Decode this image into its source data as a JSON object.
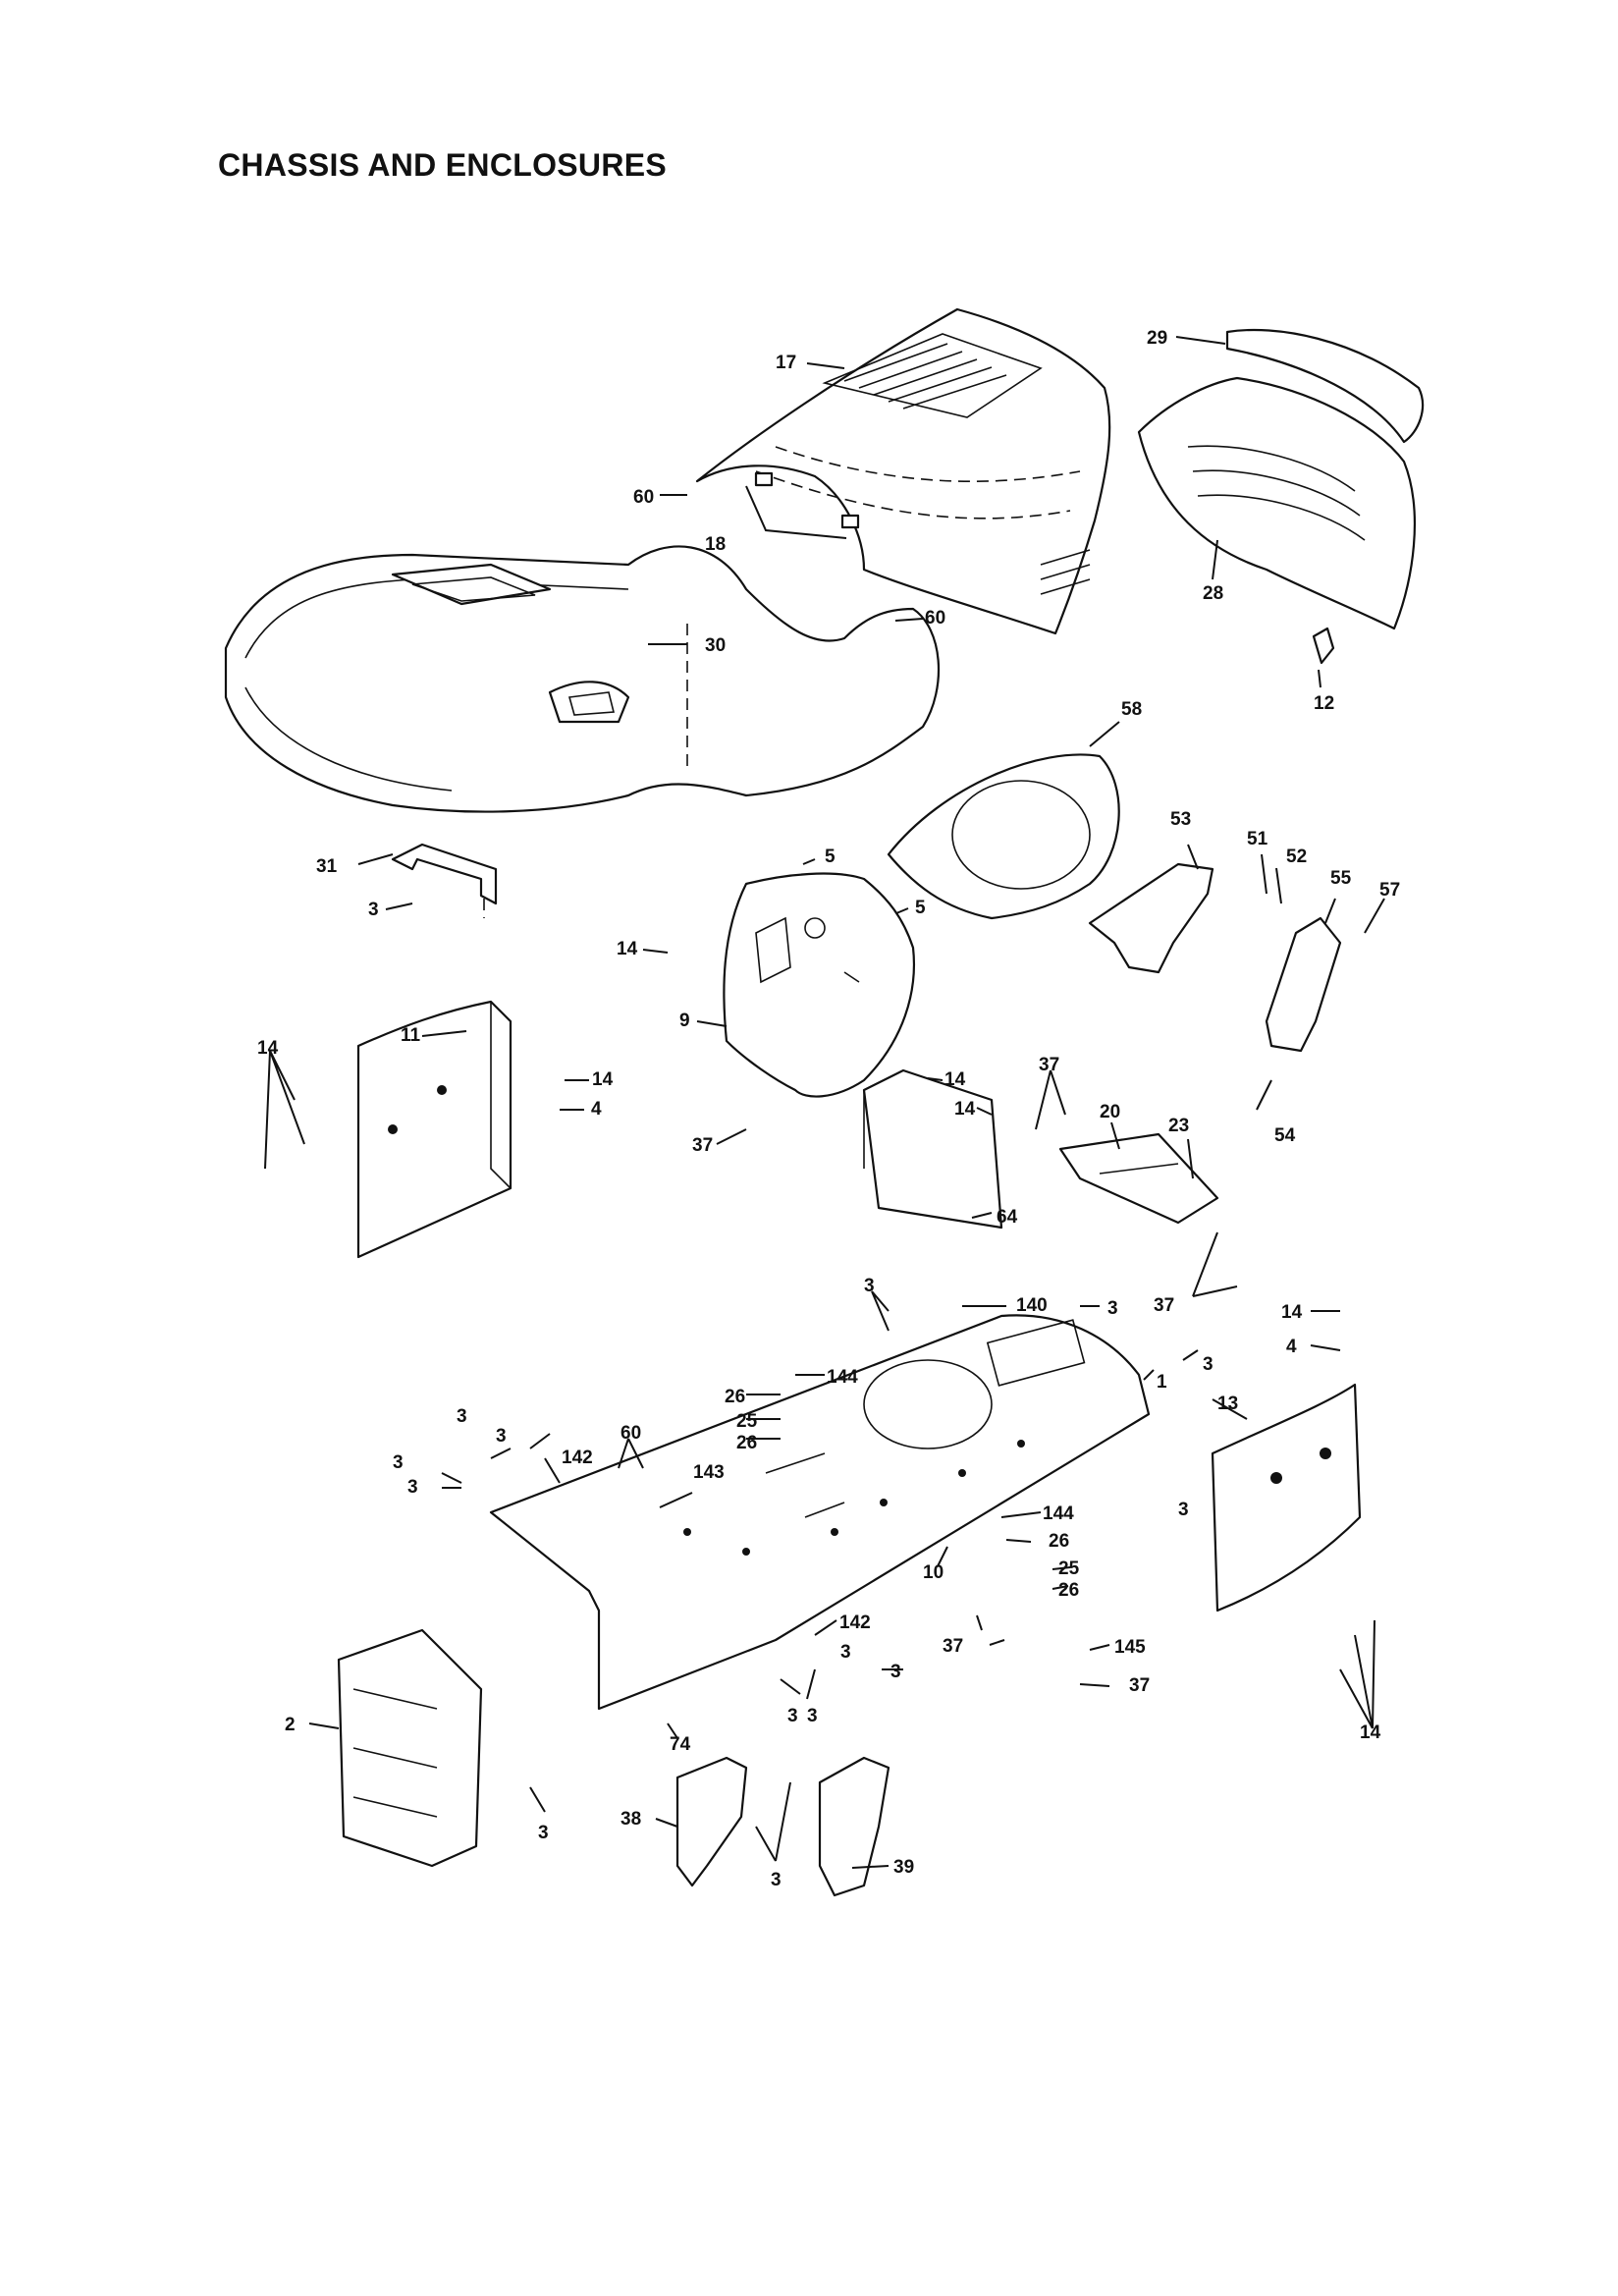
{
  "title": "CHASSIS AND ENCLOSURES",
  "callouts": [
    {
      "id": "c17",
      "text": "17"
    },
    {
      "id": "c29",
      "text": "29"
    },
    {
      "id": "c60a",
      "text": "60"
    },
    {
      "id": "c18",
      "text": "18"
    },
    {
      "id": "c28",
      "text": "28"
    },
    {
      "id": "c60b",
      "text": "60"
    },
    {
      "id": "c30",
      "text": "30"
    },
    {
      "id": "c12",
      "text": "12"
    },
    {
      "id": "c58",
      "text": "58"
    },
    {
      "id": "c53",
      "text": "53"
    },
    {
      "id": "c51",
      "text": "51"
    },
    {
      "id": "c52",
      "text": "52"
    },
    {
      "id": "c55",
      "text": "55"
    },
    {
      "id": "c57",
      "text": "57"
    },
    {
      "id": "c31",
      "text": "31"
    },
    {
      "id": "c5a",
      "text": "5"
    },
    {
      "id": "c5b",
      "text": "5"
    },
    {
      "id": "c3a",
      "text": "3"
    },
    {
      "id": "c14a",
      "text": "14"
    },
    {
      "id": "c9",
      "text": "9"
    },
    {
      "id": "c11",
      "text": "11"
    },
    {
      "id": "c14b",
      "text": "14"
    },
    {
      "id": "c14c",
      "text": "14"
    },
    {
      "id": "c4a",
      "text": "4"
    },
    {
      "id": "c14d",
      "text": "14"
    },
    {
      "id": "c14e",
      "text": "14"
    },
    {
      "id": "c37a",
      "text": "37"
    },
    {
      "id": "c37b",
      "text": "37"
    },
    {
      "id": "c20",
      "text": "20"
    },
    {
      "id": "c23",
      "text": "23"
    },
    {
      "id": "c54",
      "text": "54"
    },
    {
      "id": "c64",
      "text": "64"
    },
    {
      "id": "c37c",
      "text": "37"
    },
    {
      "id": "c3b",
      "text": "3"
    },
    {
      "id": "c140",
      "text": "140"
    },
    {
      "id": "c3c",
      "text": "3"
    },
    {
      "id": "c14f",
      "text": "14"
    },
    {
      "id": "c4b",
      "text": "4"
    },
    {
      "id": "c3d",
      "text": "3"
    },
    {
      "id": "c1",
      "text": "1"
    },
    {
      "id": "c144a",
      "text": "144"
    },
    {
      "id": "c26a",
      "text": "26"
    },
    {
      "id": "c25a",
      "text": "25"
    },
    {
      "id": "c26b",
      "text": "26"
    },
    {
      "id": "c13",
      "text": "13"
    },
    {
      "id": "c3e",
      "text": "3"
    },
    {
      "id": "c3f",
      "text": "3"
    },
    {
      "id": "c60c",
      "text": "60"
    },
    {
      "id": "c3g",
      "text": "3"
    },
    {
      "id": "c142a",
      "text": "142"
    },
    {
      "id": "c143",
      "text": "143"
    },
    {
      "id": "c3h",
      "text": "3"
    },
    {
      "id": "c144b",
      "text": "144"
    },
    {
      "id": "c26c",
      "text": "26"
    },
    {
      "id": "c10",
      "text": "10"
    },
    {
      "id": "c25b",
      "text": "25"
    },
    {
      "id": "c26d",
      "text": "26"
    },
    {
      "id": "c3i",
      "text": "3"
    },
    {
      "id": "c142b",
      "text": "142"
    },
    {
      "id": "c3j",
      "text": "3"
    },
    {
      "id": "c37d",
      "text": "37"
    },
    {
      "id": "c145",
      "text": "145"
    },
    {
      "id": "c3k",
      "text": "3"
    },
    {
      "id": "c37e",
      "text": "37"
    },
    {
      "id": "c3l",
      "text": "3"
    },
    {
      "id": "c3m",
      "text": "3"
    },
    {
      "id": "c2",
      "text": "2"
    },
    {
      "id": "c74",
      "text": "74"
    },
    {
      "id": "c14g",
      "text": "14"
    },
    {
      "id": "c3n",
      "text": "3"
    },
    {
      "id": "c38",
      "text": "38"
    },
    {
      "id": "c3o",
      "text": "3"
    },
    {
      "id": "c39",
      "text": "39"
    }
  ]
}
